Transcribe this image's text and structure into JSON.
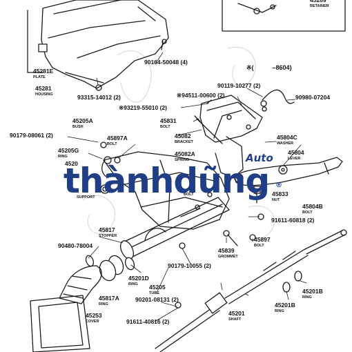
{
  "header_note": "※(　　　–8604)",
  "parts": [
    {
      "code": "45269",
      "name": "RETAINER"
    },
    {
      "code": "90164-50048 (4)",
      "name": ""
    },
    {
      "code": "45281E",
      "name": "PLATE"
    },
    {
      "code": "45281",
      "name": "HOUSING"
    },
    {
      "code": "93315-14012 (2)",
      "name": ""
    },
    {
      "code": "90119-10277 (2)",
      "name": ""
    },
    {
      "code": "※94511-00600 (2)",
      "name": ""
    },
    {
      "code": "90980-07204",
      "name": ""
    },
    {
      "code": "※93219-55010 (2)",
      "name": ""
    },
    {
      "code": "45831",
      "name": "BOLT"
    },
    {
      "code": "45205A",
      "name": "BUSH"
    },
    {
      "code": "90179-08061 (2)",
      "name": ""
    },
    {
      "code": "45897A",
      "name": "BOLT"
    },
    {
      "code": "45082",
      "name": "BRACKET"
    },
    {
      "code": "45804C",
      "name": "WASHER"
    },
    {
      "code": "45205G",
      "name": "RING"
    },
    {
      "code": "45082A",
      "name": "SPRING"
    },
    {
      "code": "45804",
      "name": "LEVER"
    },
    {
      "code": "4520",
      "name": ""
    },
    {
      "code": "SUPPORT",
      "name": ""
    },
    {
      "code": "BOLT",
      "name": ""
    },
    {
      "code": "45833",
      "name": "NUT"
    },
    {
      "code": "45804B",
      "name": "BOLT"
    },
    {
      "code": "91611-60818 (2)",
      "name": ""
    },
    {
      "code": "45817",
      "name": "STOPPER"
    },
    {
      "code": "90480-78004",
      "name": ""
    },
    {
      "code": "45897",
      "name": "BOLT"
    },
    {
      "code": "45839",
      "name": "GROMMET"
    },
    {
      "code": "90179-10055 (2)",
      "name": ""
    },
    {
      "code": "45201D",
      "name": "RING"
    },
    {
      "code": "45205",
      "name": "TUBE"
    },
    {
      "code": "45817A",
      "name": "RING"
    },
    {
      "code": "90201-08131 (2)",
      "name": ""
    },
    {
      "code": "45201B",
      "name": "RING"
    },
    {
      "code": "45201B",
      "name": "RING"
    },
    {
      "code": "45201",
      "name": "SHAFT"
    },
    {
      "code": "91611-40816 (2)",
      "name": ""
    },
    {
      "code": "45253",
      "name": "COVER"
    }
  ],
  "watermark": {
    "brand": "thànhdũng",
    "sub": "Auto",
    "mark": "®"
  },
  "colors": {
    "line": "#1a1a1a",
    "watermark": "#1f3e86",
    "faint": "#d0d0d0"
  }
}
